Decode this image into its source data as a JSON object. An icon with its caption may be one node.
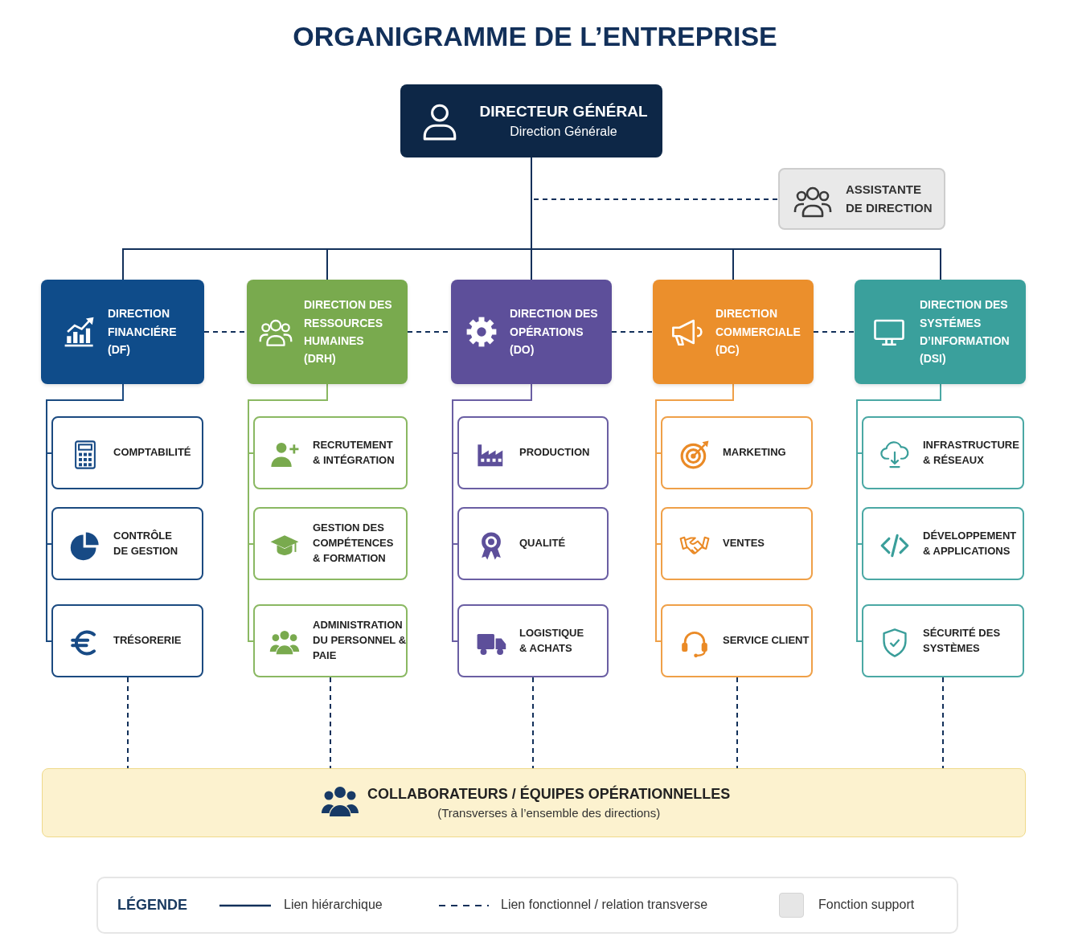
{
  "diagram": {
    "title": "ORGANIGRAMME DE L’ENTREPRISE",
    "nodes": [
      {
        "text": [
          "DIRECTEUR GÉNÉRAL",
          "Direction Générale"
        ]
      },
      {
        "text": [
          "ASSISTANTE DE DIRECTION"
        ]
      },
      {
        "text": [
          "DIRECTION FINANCIÉRE (DF)"
        ]
      },
      {
        "text": [
          "DIRECTION DES RESSOURCES HUMAINES (DRH)"
        ]
      },
      {
        "text": [
          "DIRECTION DES OPÉRATIONS (DO)"
        ]
      },
      {
        "text": [
          "DIRECTION COMMERCIALE (DC)"
        ]
      },
      {
        "text": [
          "DIRECTION DES SYSTÉMES D’INFORMATION (DSI)"
        ]
      },
      {
        "text": [
          "COMPTABILITÉ"
        ]
      },
      {
        "text": [
          "CONTRÔLE DE GESTION"
        ]
      },
      {
        "text": [
          "TRÉSORERIE"
        ]
      },
      {
        "text": [
          "RECRUTEMENT & INTÉGRATION"
        ]
      },
      {
        "text": [
          "GESTION DES COMPÉTENCES & FORMATION"
        ]
      },
      {
        "text": [
          "ADMINISTRATION DU PERSONNEL & PAIE"
        ]
      },
      {
        "text": [
          "PRODUCTION"
        ]
      },
      {
        "text": [
          "QUALITÉ"
        ]
      },
      {
        "text": [
          "LOGISTIQUE & ACHATS"
        ]
      },
      {
        "text": [
          "MARKETING"
        ]
      },
      {
        "text": [
          "VENTES"
        ]
      },
      {
        "text": [
          "SERVICE CLIENT"
        ]
      },
      {
        "text": [
          "INFRASTRUCTURE & RÉSEAUX"
        ]
      },
      {
        "text": [
          "DÉVELOPPEMENT & APPLICATIONS"
        ]
      },
      {
        "text": [
          "SÉCURITÉ DES SYSTÈMES"
        ]
      },
      {
        "text": [
          "COLLABORATEURS / ÉQUIPES OPÉRATIONNELLES",
          "(Transverses à l’ensemble des directions)"
        ]
      }
    ],
    "edges": [
      {
        "from": 0,
        "to": 2,
        "arrow": "none"
      },
      {
        "from": 0,
        "to": 3,
        "arrow": "none"
      },
      {
        "from": 0,
        "to": 4,
        "arrow": "none"
      },
      {
        "from": 0,
        "to": 5,
        "arrow": "none"
      },
      {
        "from": 0,
        "to": 6,
        "arrow": "none"
      },
      {
        "from": 0,
        "to": 1,
        "arrow": "none",
        "style": "dashed"
      },
      {
        "from": 2,
        "to": 3,
        "arrow": "none",
        "style": "dashed"
      },
      {
        "from": 3,
        "to": 4,
        "arrow": "none",
        "style": "dashed"
      },
      {
        "from": 4,
        "to": 5,
        "arrow": "none",
        "style": "dashed"
      },
      {
        "from": 5,
        "to": 6,
        "arrow": "none",
        "style": "dashed"
      },
      {
        "from": 2,
        "to": 7,
        "arrow": "none",
        "color": "#1b4a80"
      },
      {
        "from": 2,
        "to": 8,
        "arrow": "none",
        "color": "#1b4a80"
      },
      {
        "from": 2,
        "to": 9,
        "arrow": "none",
        "color": "#1b4a80"
      },
      {
        "from": 3,
        "to": 10,
        "arrow": "none",
        "color": "#8ab862"
      },
      {
        "from": 3,
        "to": 11,
        "arrow": "none",
        "color": "#8ab862"
      },
      {
        "from": 3,
        "to": 12,
        "arrow": "none",
        "color": "#8ab862"
      },
      {
        "from": 4,
        "to": 13,
        "arrow": "none",
        "color": "#6a5ea3"
      },
      {
        "from": 4,
        "to": 14,
        "arrow": "none",
        "color": "#6a5ea3"
      },
      {
        "from": 4,
        "to": 15,
        "arrow": "none",
        "color": "#6a5ea3"
      },
      {
        "from": 5,
        "to": 16,
        "arrow": "none",
        "color": "#efa048"
      },
      {
        "from": 5,
        "to": 17,
        "arrow": "none",
        "color": "#efa048"
      },
      {
        "from": 5,
        "to": 18,
        "arrow": "none",
        "color": "#efa048"
      },
      {
        "from": 6,
        "to": 19,
        "arrow": "none",
        "color": "#4aa8a4"
      },
      {
        "from": 6,
        "to": 20,
        "arrow": "none",
        "color": "#4aa8a4"
      },
      {
        "from": 6,
        "to": 21,
        "arrow": "none",
        "color": "#4aa8a4"
      },
      {
        "from": 9,
        "to": 22,
        "arrow": "none",
        "style": "dashed"
      },
      {
        "from": 12,
        "to": 22,
        "arrow": "none",
        "style": "dashed"
      },
      {
        "from": 15,
        "to": 22,
        "arrow": "none",
        "style": "dashed"
      },
      {
        "from": 18,
        "to": 22,
        "arrow": "none",
        "style": "dashed"
      },
      {
        "from": 21,
        "to": 22,
        "arrow": "none",
        "style": "dashed"
      }
    ],
    "labels": [
      "LÉGENDE"
    ],
    "legend": [
      {
        "text": "Lien hiérarchique"
      },
      {
        "text": "Lien fonctionnel / relation transverse"
      },
      {
        "text": "Fonction support",
        "color": "#e6e6e6"
      }
    ]
  }
}
